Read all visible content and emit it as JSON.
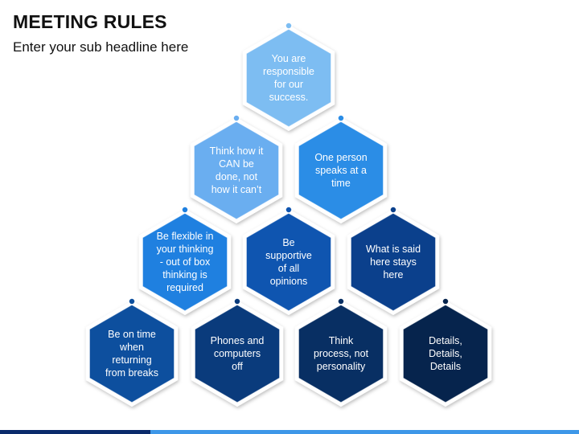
{
  "header": {
    "title": "MEETING RULES",
    "subtitle": "Enter your sub headline here"
  },
  "colors": {
    "row1": "#7dbdf2",
    "row2_light": "#6db0f0",
    "row2_mid": "#2d8fe6",
    "row3_a": "#1f7fe0",
    "row3_b": "#0f4ea8",
    "row3_c": "#0b3d86",
    "row4_a": "#0d4f9e",
    "row4_b": "#0a3b7c",
    "row4_c": "#082e62",
    "row4_d": "#06234c",
    "bar_dark": "#0a2a6b",
    "bar_light": "#3d97e8"
  },
  "hexagons": [
    {
      "text": "You are\nresponsible\nfor our\nsuccess.",
      "color": "#7dbdf2"
    },
    {
      "text": "Think how it\nCAN be\ndone, not\nhow it can’t",
      "color": "#6aaef0"
    },
    {
      "text": "One person\nspeaks at a\ntime",
      "color": "#2b8de6"
    },
    {
      "text": "Be flexible in\nyour thinking\n- out of box\nthinking is\nrequired",
      "color": "#1f80e0"
    },
    {
      "text": "Be\nsupportive\nof all\nopinions",
      "color": "#0f55b0"
    },
    {
      "text": "What is said\nhere stays\nhere",
      "color": "#0b408c"
    },
    {
      "text": "Be on time\nwhen\nreturning\nfrom breaks",
      "color": "#0d4f9e"
    },
    {
      "text": "Phones and\ncomputers\noff",
      "color": "#0a3b7c"
    },
    {
      "text": "Think\nprocess, not\npersonality",
      "color": "#082f63"
    },
    {
      "text": "Details,\nDetails,\nDetails",
      "color": "#06244d"
    }
  ]
}
